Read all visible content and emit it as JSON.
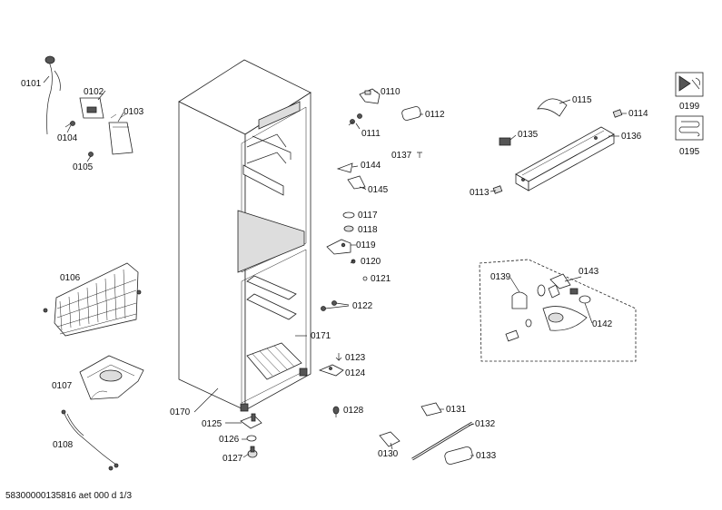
{
  "parts": {
    "p0101": "0101",
    "p0102": "0102",
    "p0103": "0103",
    "p0104": "0104",
    "p0105": "0105",
    "p0106": "0106",
    "p0107": "0107",
    "p0108": "0108",
    "p0110": "0110",
    "p0111": "0111",
    "p0112": "0112",
    "p0113": "0113",
    "p0114": "0114",
    "p0115": "0115",
    "p0117": "0117",
    "p0118": "0118",
    "p0119": "0119",
    "p0120": "0120",
    "p0121": "0121",
    "p0122": "0122",
    "p0123": "0123",
    "p0124": "0124",
    "p0125": "0125",
    "p0126": "0126",
    "p0127": "0127",
    "p0128": "0128",
    "p0130": "0130",
    "p0131": "0131",
    "p0132": "0132",
    "p0133": "0133",
    "p0135": "0135",
    "p0136": "0136",
    "p0137": "0137",
    "p0139": "0139",
    "p0142": "0142",
    "p0143": "0143",
    "p0144": "0144",
    "p0145": "0145",
    "p0170": "0170",
    "p0171": "0171",
    "p0195": "0195",
    "p0199": "0199"
  },
  "footer": "58300000135816 aet 000 d 1/3"
}
